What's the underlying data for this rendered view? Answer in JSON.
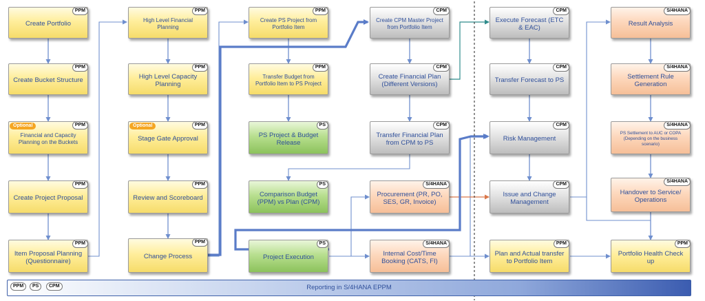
{
  "tags": {
    "ppm": "PPM",
    "ps": "PS",
    "cpm": "CPM",
    "s4": "S/4HANA"
  },
  "optional_label": "Optional",
  "col1": {
    "create_portfolio": "Create Portfolio",
    "create_bucket": "Create Bucket Structure",
    "financial_capacity": "Financial and Capacity Planning on the Buckets",
    "create_proposal": "Create Project Proposal",
    "item_proposal": "Item Proposal Planning (Questionnaire)"
  },
  "col2": {
    "hl_financial": "High Level Financial Planning",
    "hl_capacity": "High Level Capacity Planning",
    "stage_gate": "Stage Gate Approval",
    "review_scoreboard": "Review and Scoreboard",
    "change_process": "Change Process"
  },
  "col3": {
    "create_ps": "Create PS Project from Portfolio Item",
    "transfer_budget": "Transfer Budget from Portfolio Item to PS Project",
    "ps_release": "PS Project & Budget Release",
    "comparison_budget": "Comparison Budget (PPM) vs Plan (CPM)",
    "project_execution": "Project Execution"
  },
  "col4": {
    "create_cpm": "Create CPM Master Project from Portfolio Item",
    "create_fin_plan": "Create Financial Plan (Different Versions)",
    "transfer_fin_plan": "Transfer Financial Plan from CPM to PS",
    "procurement": "Procurement (PR, PO, SES, GR, Invoice)",
    "internal_cost": "Internal Cost/Time Booking (CATS, FI)"
  },
  "col5": {
    "execute_forecast": "Execute Forecast (ETC & EAC)",
    "transfer_forecast": "Transfer Forecast to PS",
    "risk_mgmt": "Risk Management",
    "issue_change": "Issue and Change Management",
    "plan_actual": "Plan and Actual transfer to Portfolio Item"
  },
  "col6": {
    "result_analysis": "Result Analysis",
    "settlement_rule": "Settlement Rule Generation",
    "ps_settlement": "PS Settlement to AUC or COPA (Depending on the business scenario)",
    "handover": "Handover to Service/ Operations",
    "portfolio_health": "Portfolio Health Check up"
  },
  "footer": {
    "label": "Reporting in S/4HANA EPPM",
    "pill_ppm": "PPM",
    "pill_ps": "PS",
    "pill_cpm": "CPM"
  },
  "colors": {
    "yellow": "#ffee9c",
    "green": "#b8df8f",
    "grey": "#e3e3e3",
    "peach": "#fdd8bd",
    "connector": "#6f8fce",
    "highlight_line": "#5a7cc8",
    "teal_line": "#2e8b8b",
    "orange_line": "#d9774a"
  }
}
